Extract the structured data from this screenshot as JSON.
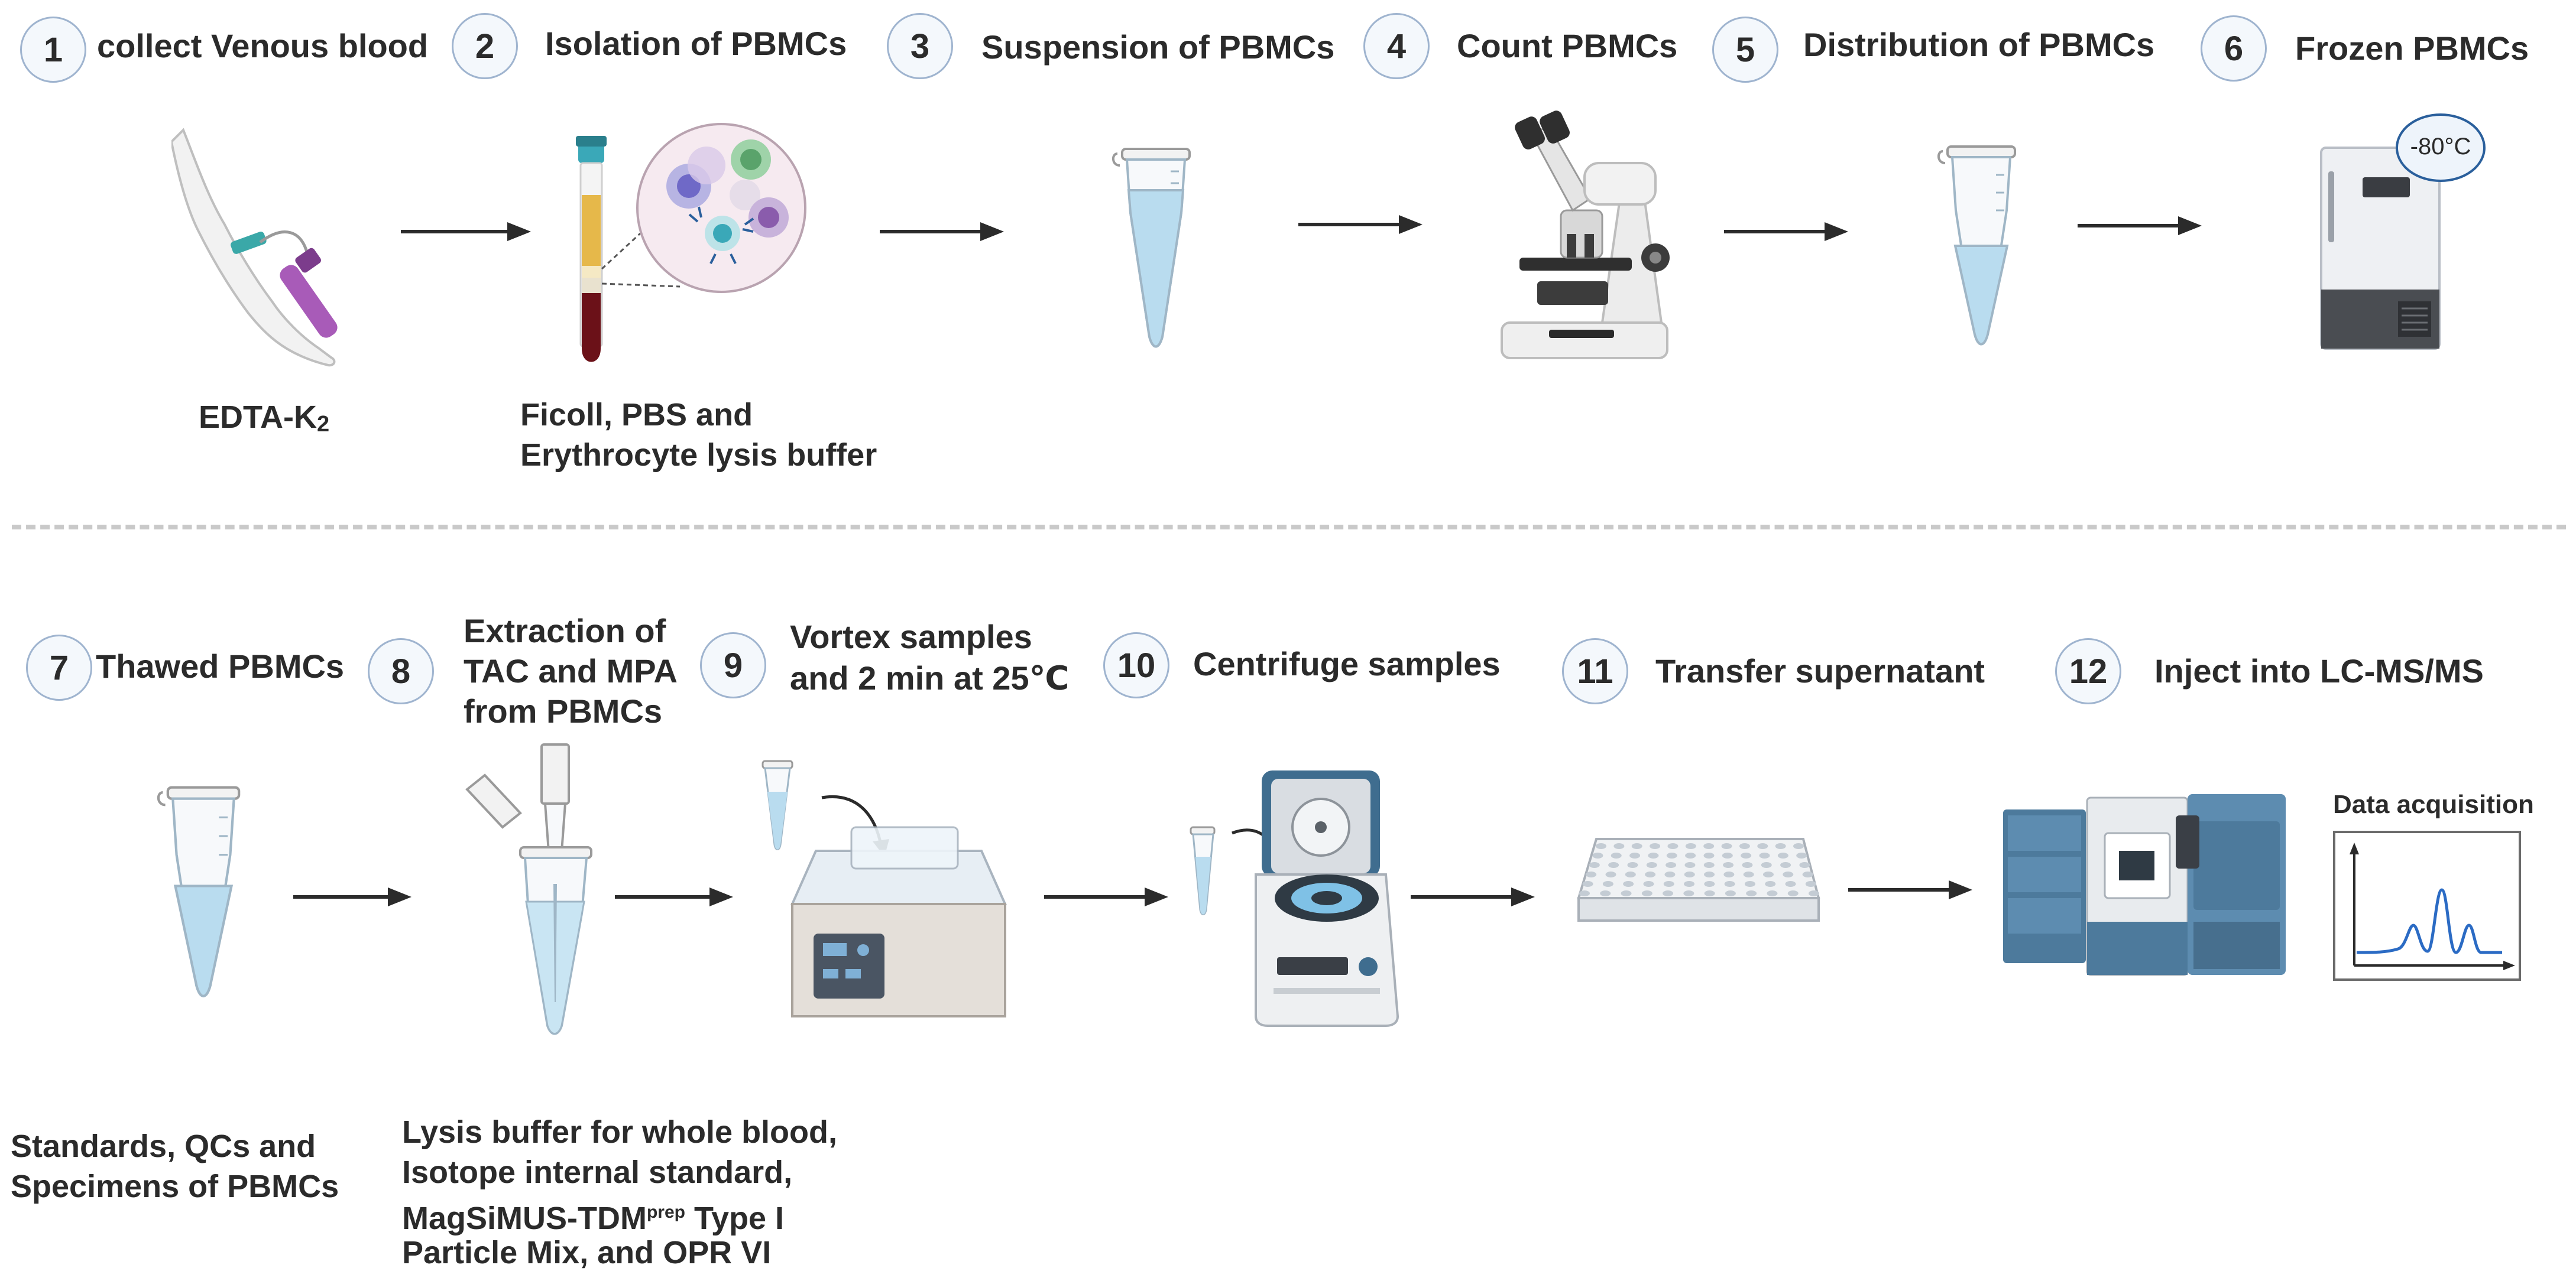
{
  "row1": {
    "steps": [
      {
        "num": "1",
        "title": "collect Venous blood"
      },
      {
        "num": "2",
        "title": "Isolation of PBMCs"
      },
      {
        "num": "3",
        "title": "Suspension of PBMCs"
      },
      {
        "num": "4",
        "title": "Count PBMCs"
      },
      {
        "num": "5",
        "title": "Distribution of PBMCs"
      },
      {
        "num": "6",
        "title": "Frozen PBMCs"
      }
    ],
    "labels": {
      "edta_main": "EDTA-K",
      "edta_sub": "2",
      "ficoll_line1": "Ficoll, PBS and",
      "ficoll_line2": "Erythrocyte  lysis buffer"
    },
    "freezer_temp": "-80°C"
  },
  "row2": {
    "steps": [
      {
        "num": "7",
        "title": "Thawed PBMCs"
      },
      {
        "num": "8",
        "title_lines": [
          "Extraction of",
          "TAC and MPA",
          "from PBMCs"
        ]
      },
      {
        "num": "9",
        "title_lines": [
          "Vortex  samples",
          "and 2 min at 25℃"
        ]
      },
      {
        "num": "10",
        "title": "Centrifuge  samples"
      },
      {
        "num": "11",
        "title": "Transfer supernatant"
      },
      {
        "num": "12",
        "title": "Inject into LC-MS/MS"
      }
    ],
    "labels": {
      "standards_line1": "Standards, QCs and",
      "standards_line2": "Specimens of PBMCs",
      "lysis_line1": "Lysis buffer for whole blood,",
      "lysis_line2": "Isotope internal standard,",
      "lysis_line3_main": "MagSiMUS-TDM",
      "lysis_line3_sup": "prep",
      "lysis_line3_end": " Type I",
      "lysis_line4": "Particle Mix, and OPR VI"
    },
    "data_acquisition_title": "Data acquisition"
  }
}
